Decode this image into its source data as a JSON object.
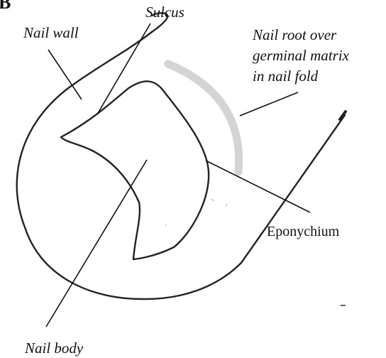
{
  "figure": {
    "corner_letter": "B",
    "labels": {
      "nail_wall": "Nail wall",
      "sulcus": "Sulcus",
      "nail_root_line1": "Nail root over",
      "nail_root_line2": "germinal matrix",
      "nail_root_line3": "in nail fold",
      "eponychium": "Eponychium",
      "nail_body": "Nail body"
    },
    "colors": {
      "ink": "#222222",
      "nail_root_arc": "#d4d4d4",
      "background": "#ffffff"
    }
  }
}
